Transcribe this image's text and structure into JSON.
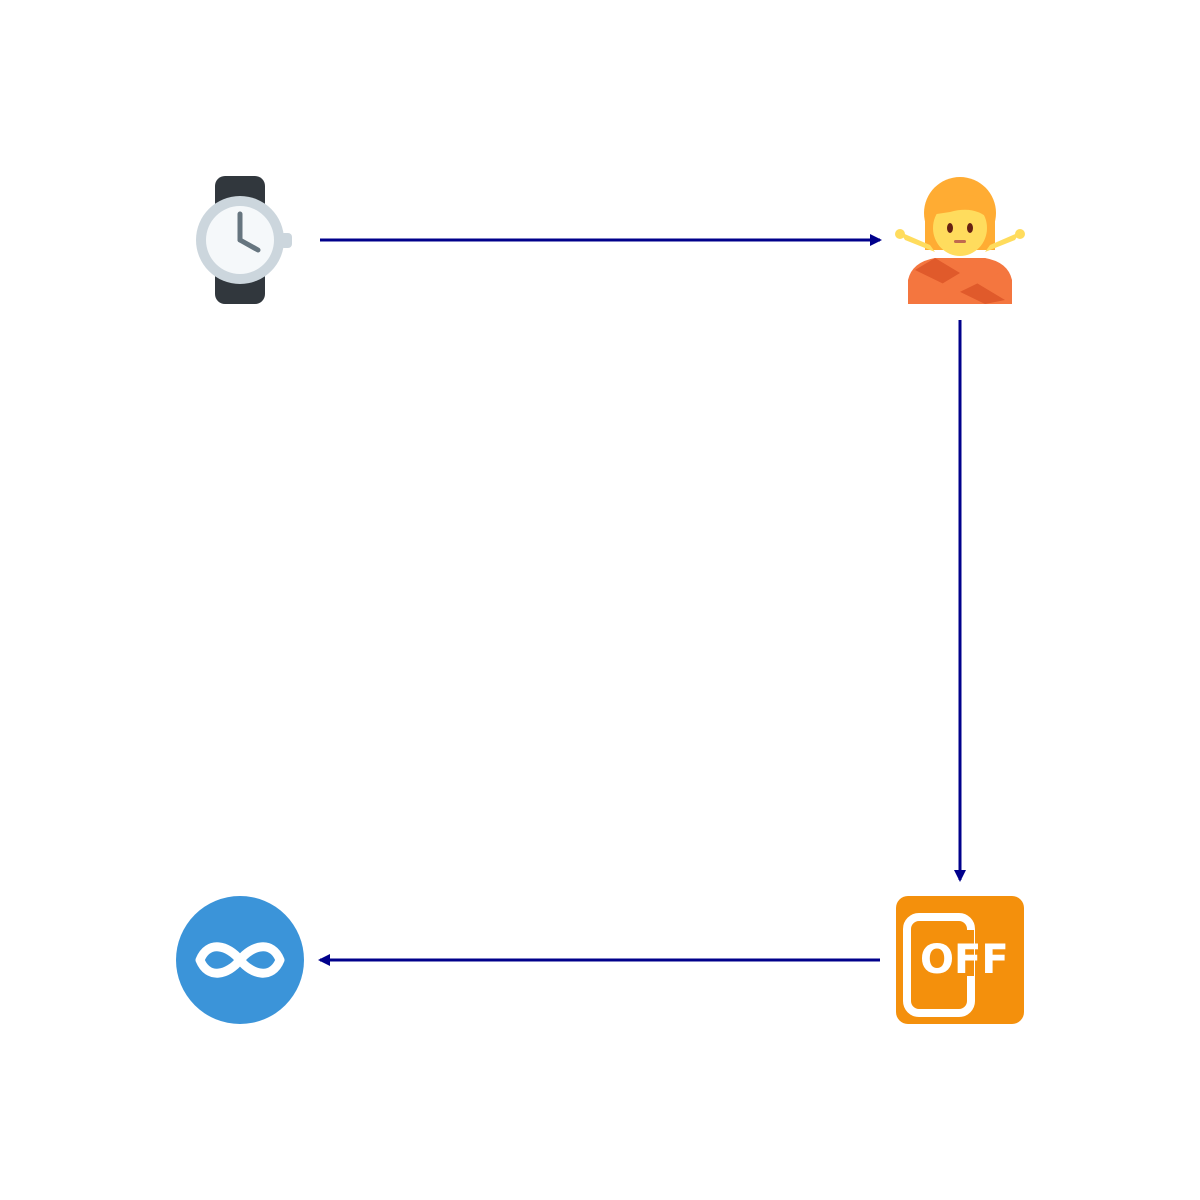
{
  "colors": {
    "background": "#ffffff",
    "arrow": "#00008b",
    "watch_band": "#31373d",
    "watch_face": "#f5f8fa",
    "watch_rim": "#ccd6dd",
    "watch_hands": "#66757f",
    "person_hair": "#ffac33",
    "person_skin": "#ffdc5d",
    "person_shirt": "#f4763f",
    "person_shirt_dark": "#e05a2b",
    "off_bg": "#f4900c",
    "off_fg": "#ffffff",
    "infinity_bg": "#3b94d9",
    "infinity_fg": "#ffffff"
  },
  "nodes": [
    {
      "id": "watch",
      "icon": "watch-icon"
    },
    {
      "id": "no-gesture",
      "icon": "person-gesturing-no-icon"
    },
    {
      "id": "phone-off",
      "icon": "mobile-phone-off-icon",
      "label": "OFF"
    },
    {
      "id": "infinity",
      "icon": "infinity-icon"
    }
  ],
  "edges": [
    {
      "from": "watch",
      "to": "no-gesture"
    },
    {
      "from": "no-gesture",
      "to": "phone-off"
    },
    {
      "from": "phone-off",
      "to": "infinity"
    }
  ]
}
